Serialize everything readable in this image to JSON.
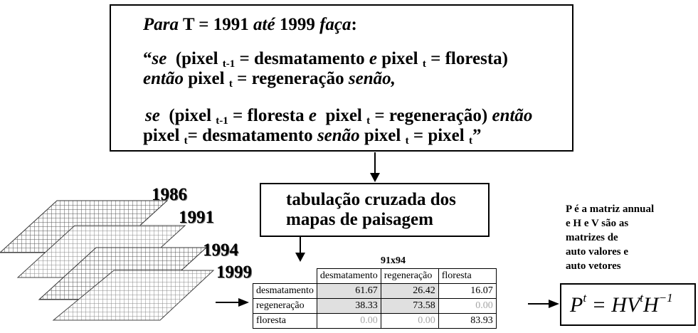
{
  "rule_box": {
    "line1": {
      "para": "Para",
      "t_eq": "T = 1991",
      "ate": "até",
      "y1999": "1999",
      "faca": "faça",
      "colon": ":"
    },
    "line2": {
      "quote": "“",
      "se": "se",
      "open": "(pixel",
      "sub_t1": "t-1",
      "eq_desm": "= desmatamento",
      "e": "e",
      "pixel_t": "pixel",
      "sub_t": "t",
      "eq_flor": "= floresta)"
    },
    "line3": {
      "entao": "então",
      "pixel": "pixel",
      "sub_t": "t",
      "eq_regen": "= regeneração",
      "senao": "senão,"
    },
    "line4": {
      "se": "se",
      "open": "(pixel",
      "sub_t1": "t-1",
      "eq_flor": "= floresta",
      "e": "e",
      "pixel": "pixel",
      "sub_t": "t",
      "eq_regen": "= regeneração)",
      "entao": "então"
    },
    "line5": {
      "pixel": "pixel",
      "sub_t": "t",
      "eq_desm": "= desmatamento",
      "senao": "senão",
      "pixel2": "pixel",
      "sub_t2": "t",
      "eq": "= pixel",
      "sub_t3": "t",
      "endquote": "”"
    }
  },
  "years": [
    "1986",
    "1991",
    "1994",
    "1999"
  ],
  "tabulation_box": {
    "line1": "tabulação cruzada dos",
    "line2": "mapas de paisagem"
  },
  "matrix_note": {
    "line1": "P é a matriz annual",
    "line2": "e H e V  são as",
    "line3": "matrizes de",
    "line4": "auto valores e",
    "line5": "auto vetores"
  },
  "crosstab": {
    "title": "91x94",
    "columns": [
      "desmatamento",
      "regeneração",
      "floresta"
    ],
    "rows": [
      {
        "label": "desmatamento",
        "values": [
          "61.67",
          "26.42",
          "16.07"
        ]
      },
      {
        "label": "regeneração",
        "values": [
          "38.33",
          "73.58",
          "0.00"
        ]
      },
      {
        "label": "floresta",
        "values": [
          "0.00",
          "0.00",
          "83.93"
        ]
      }
    ]
  },
  "formula": {
    "P": "P",
    "exp_t": "t",
    "eq": "= HV",
    "exp_t2": "t",
    "H": "H",
    "exp_inv": "−1"
  }
}
